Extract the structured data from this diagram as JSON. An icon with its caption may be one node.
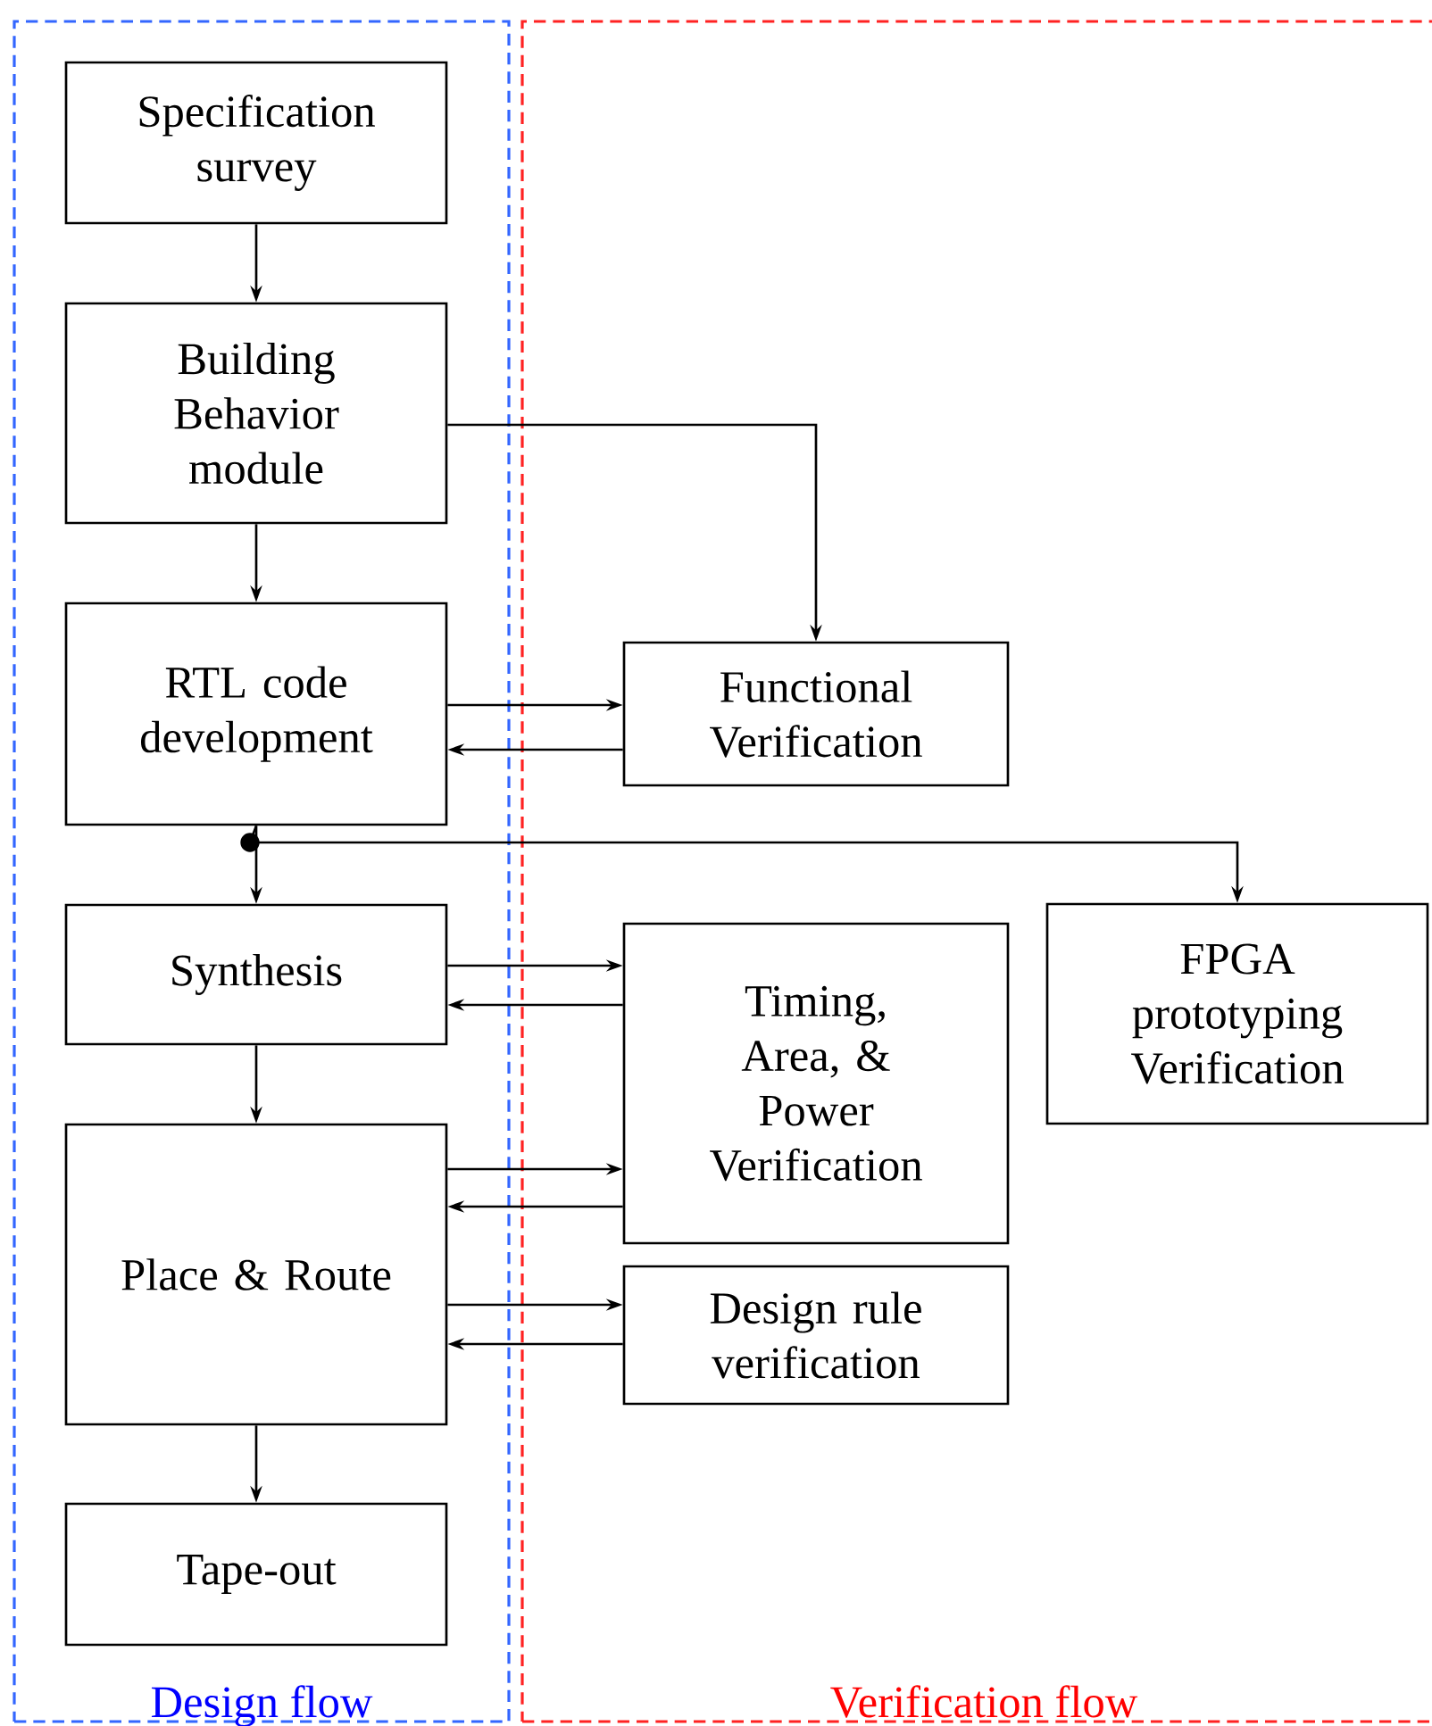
{
  "diagram": {
    "nodes": [
      {
        "text": [
          "Design flow"
        ]
      },
      {
        "text": [
          "Verification flow"
        ]
      },
      {
        "text": [
          "Specification survey"
        ],
        "in": 0
      },
      {
        "text": [
          "Building Behavior module"
        ],
        "in": 0
      },
      {
        "text": [
          "RTL code development"
        ],
        "in": 0
      },
      {
        "text": [
          "Functional Verification"
        ],
        "in": 1
      },
      {
        "text": [
          "Synthesis"
        ],
        "in": 0
      },
      {
        "text": [
          "FPGA prototyping Verification"
        ],
        "in": 1
      },
      {
        "text": [
          "Timing, Area, & Power Verification"
        ],
        "in": 1
      },
      {
        "text": [
          "Place & Route"
        ],
        "in": 0
      },
      {
        "text": [
          "Design rule verification"
        ],
        "in": 1
      },
      {
        "text": [
          "Tape-out"
        ],
        "in": 0
      }
    ],
    "edges": [
      {
        "from": 2,
        "to": 3,
        "arrow": "to"
      },
      {
        "from": 3,
        "to": 5,
        "arrow": "to"
      },
      {
        "from": 3,
        "to": 4,
        "arrow": "to"
      },
      {
        "from": 4,
        "to": 5,
        "arrow": "to"
      },
      {
        "from": 5,
        "to": 4,
        "arrow": "to"
      },
      {
        "from": 4,
        "to": 6,
        "arrow": "to"
      },
      {
        "from": 4,
        "to": 7,
        "arrow": "to"
      },
      {
        "from": 6,
        "to": 8,
        "arrow": "to"
      },
      {
        "from": 8,
        "to": 6,
        "arrow": "to"
      },
      {
        "from": 6,
        "to": 9,
        "arrow": "to"
      },
      {
        "from": 9,
        "to": 8,
        "arrow": "to"
      },
      {
        "from": 8,
        "to": 9,
        "arrow": "to"
      },
      {
        "from": 9,
        "to": 10,
        "arrow": "to"
      },
      {
        "from": 10,
        "to": 9,
        "arrow": "to"
      },
      {
        "from": 9,
        "to": 11,
        "arrow": "to"
      }
    ]
  }
}
